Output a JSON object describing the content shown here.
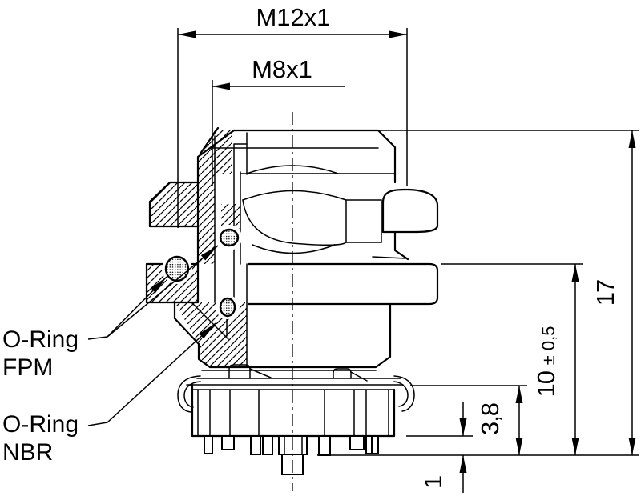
{
  "dimensions": {
    "outer_thread": "M12x1",
    "inner_thread": "M8x1",
    "total_height": "17",
    "mid_height_value": "10 ",
    "mid_height_tolerance": "± 0,5",
    "flange_height": "3,8",
    "pin_protrusion": "1"
  },
  "labels": {
    "fpm_line1": "O-Ring",
    "fpm_line2": "FPM",
    "nbr_line1": "O-Ring",
    "nbr_line2": "NBR"
  },
  "colors": {
    "line": "#000000",
    "background": "#ffffff"
  }
}
